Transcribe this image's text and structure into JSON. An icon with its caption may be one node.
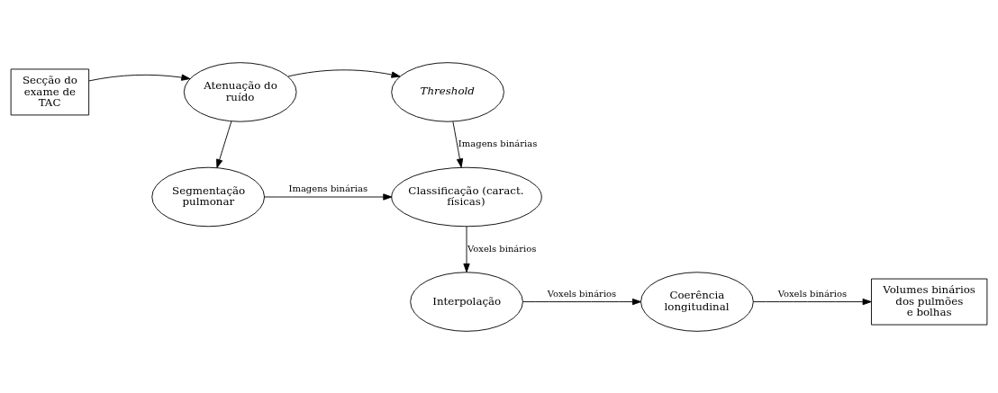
{
  "diagram": {
    "nodes": [
      {
        "text": [
          "Secção do exame de TAC"
        ]
      },
      {
        "text": [
          "Atenuação do ruído"
        ]
      },
      {
        "text": [
          "Threshold"
        ]
      },
      {
        "text": [
          "Segmentação pulmonar"
        ]
      },
      {
        "text": [
          "Classificação (caract. físicas)"
        ]
      },
      {
        "text": [
          "Interpolação"
        ]
      },
      {
        "text": [
          "Coerência longitudinal"
        ]
      },
      {
        "text": [
          "Volumes binários dos pulmões e bolhas"
        ]
      }
    ],
    "edges": [
      {
        "from": 0,
        "to": 1,
        "arrow": "to"
      },
      {
        "from": 1,
        "to": 2,
        "arrow": "to"
      },
      {
        "from": 1,
        "to": 3,
        "arrow": "to"
      },
      {
        "from": 2,
        "to": 4,
        "arrow": "to",
        "label": "Imagens binárias"
      },
      {
        "from": 3,
        "to": 4,
        "arrow": "to",
        "label": "Imagens binárias"
      },
      {
        "from": 4,
        "to": 5,
        "arrow": "to",
        "label": "Voxels binários"
      },
      {
        "from": 5,
        "to": 6,
        "arrow": "to",
        "label": "Voxels binários"
      },
      {
        "from": 6,
        "to": 7,
        "arrow": "to",
        "label": "Voxels binários"
      }
    ]
  }
}
